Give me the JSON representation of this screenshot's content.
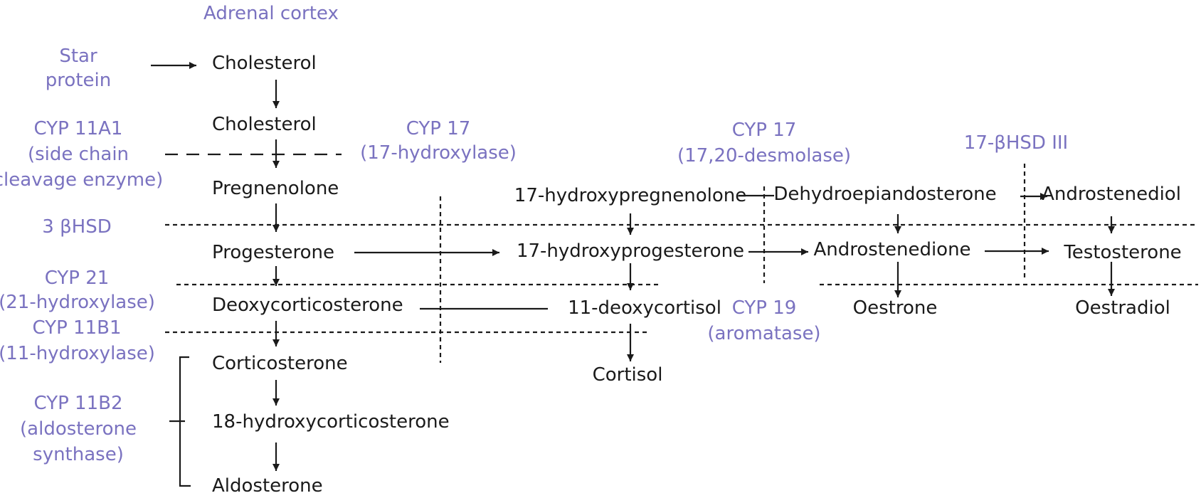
{
  "colors": {
    "molecule": "#1a1a1a",
    "enzyme": "#7a72c0",
    "line": "#1a1a1a"
  },
  "title": "Adrenal cortex",
  "molecules": {
    "cholesterol_1": "Cholesterol",
    "cholesterol_2": "Cholesterol",
    "pregnenolone": "Pregnenolone",
    "progesterone": "Progesterone",
    "deoxycorticosterone": "Deoxycorticosterone",
    "corticosterone": "Corticosterone",
    "hydroxycorticosterone": "18-hydroxycorticosterone",
    "aldosterone": "Aldosterone",
    "hydroxypregnenolone": "17-hydroxypregnenolone",
    "hydroxyprogesterone": "17-hydroxyprogesterone",
    "deoxycortisol": "11-deoxycortisol",
    "cortisol": "Cortisol",
    "dhea": "Dehydroepiandosterone",
    "androstenedione": "Androstenedione",
    "oestrone": "Oestrone",
    "androstenediol": "Androstenediol",
    "testosterone": "Testosterone",
    "oestradiol": "Oestradiol"
  },
  "enzymes": {
    "star_1": "Star",
    "star_2": "protein",
    "cyp11a1_1": "CYP 11A1",
    "cyp11a1_2": "(side chain",
    "cyp11a1_3": "cleavage enzyme)",
    "hsd3b": "3 βHSD",
    "cyp21_1": "CYP 21",
    "cyp21_2": "(21-hydroxylase)",
    "cyp11b1_1": "CYP 11B1",
    "cyp11b1_2": "(11-hydroxylase)",
    "cyp11b2_1": "CYP 11B2",
    "cyp11b2_2": "(aldosterone",
    "cyp11b2_3": "synthase)",
    "cyp17hyd_1": "CYP 17",
    "cyp17hyd_2": "(17-hydroxylase)",
    "cyp17des_1": "CYP 17",
    "cyp17des_2": "(17,20-desmolase)",
    "hsd17b3": "17-βHSD III",
    "cyp19_1": "CYP 19",
    "cyp19_2": "(aromatase)"
  }
}
